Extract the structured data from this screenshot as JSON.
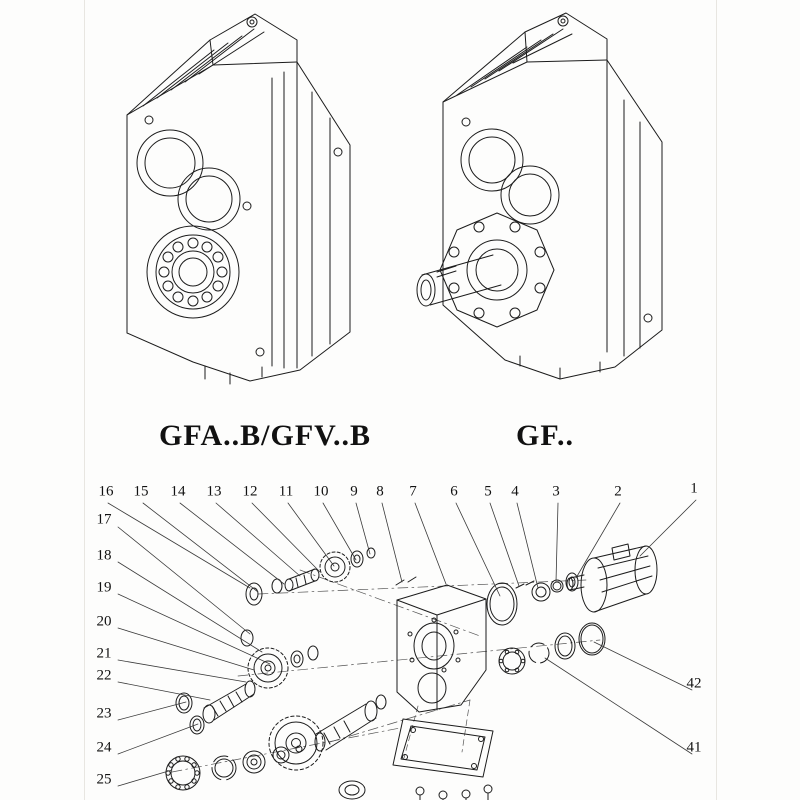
{
  "figures": {
    "left_caption": "GFA..B/GFV..B",
    "right_caption": "GF.."
  },
  "exploded_view": {
    "top_numbers": [
      "16",
      "15",
      "14",
      "13",
      "12",
      "11",
      "10",
      "9",
      "8",
      "7",
      "6",
      "5",
      "4",
      "3",
      "2",
      "1"
    ],
    "left_numbers": [
      "17",
      "18",
      "19",
      "20",
      "21",
      "22",
      "23",
      "24",
      "25"
    ],
    "right_numbers": [
      "42",
      "41"
    ]
  },
  "colors": {
    "ink": "#1c1c1c",
    "background": "#fdfdfc"
  }
}
